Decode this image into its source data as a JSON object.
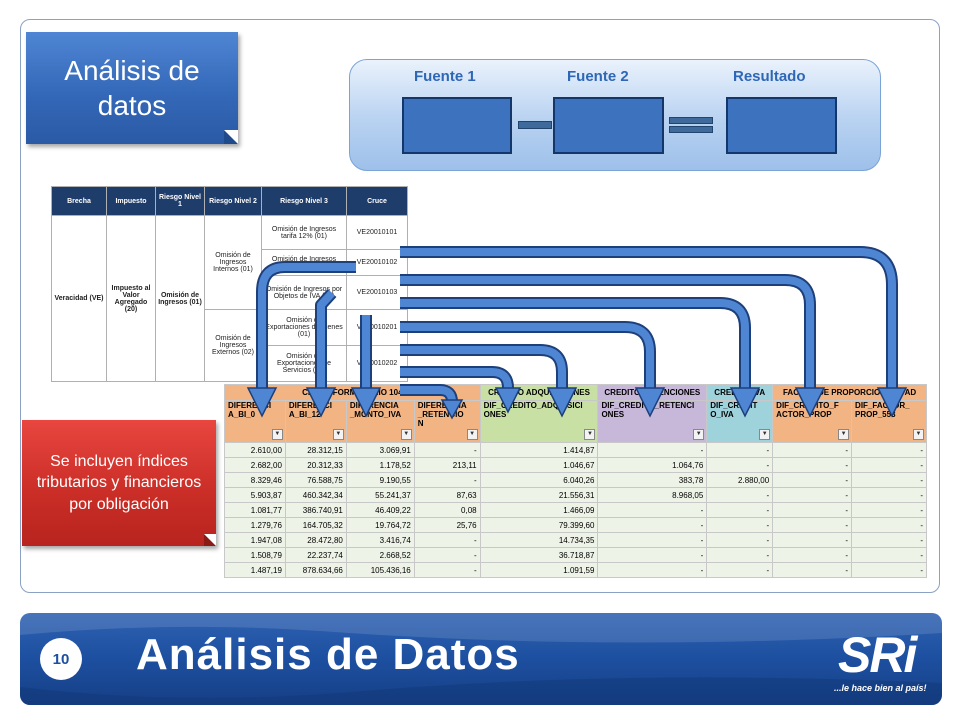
{
  "slide": {
    "title_box": "Análisis de datos",
    "note_box": "Se incluyen índices tributarios y financieros por obligación",
    "footer_title": "Análisis de Datos",
    "page_number": "10",
    "logo_text": "SRi",
    "logo_tagline": "...le hace bien al país!"
  },
  "panel": {
    "labels": [
      "Fuente 1",
      "Fuente 2",
      "Resultado"
    ]
  },
  "riesgo_table": {
    "headers": [
      "Brecha",
      "Impuesto",
      "Riesgo Nivel 1",
      "Riesgo Nivel 2",
      "Riesgo Nivel 3",
      "Cruce"
    ],
    "brecha": "Veracidad (VE)",
    "impuesto": "Impuesto al Valor Agregado (20)",
    "nivel1": "Omisión de Ingresos (01)",
    "nivel2": [
      "Omisión de Ingresos Internos (01)",
      "Omisión de Ingresos Externos (02)"
    ],
    "nivel3": [
      "Omisión de Ingresos tarifa 12% (01)",
      "Omisión de Ingresos tarifa 0% (02)",
      "Omisión de Ingresos por Objetos de IVA (03)",
      "Omisión de Exportaciones de Bienes (01)",
      "Omisión de Exportaciones de Servicios (02)"
    ],
    "cruce": [
      "VE20010101",
      "VE20010102",
      "VE20010103",
      "VE20010201",
      "VE20010202"
    ]
  },
  "data_table": {
    "groups": [
      "CRUCE FORMULARIO 104",
      "CREDITO ADQUISICIONES",
      "CREDITO RETENCIONES",
      "CREDITO IVA",
      "FACTOR DE PROPORCIONALIDAD"
    ],
    "headers": [
      "DIFERENCIA_BI_0",
      "DIFERENCIA_BI_12",
      "DIFERENCIA_MONTO_IVA",
      "DIFERENCIA_RETENCION",
      "DIF_CREDITO_ADQUISICIONES",
      "DIF_CREDITO_RETENCIONES",
      "DIF_CREDITO_IVA",
      "DIF_CREDITO_FACTOR_PROP",
      "DIF_FACTOR_PROP_553"
    ],
    "rows": [
      [
        "2.610,00",
        "28.312,15",
        "3.069,91",
        "-",
        "1.414,87",
        "-",
        "-",
        "-",
        "-"
      ],
      [
        "2.682,00",
        "20.312,33",
        "1.178,52",
        "213,11",
        "1.046,67",
        "1.064,76",
        "-",
        "-",
        "-"
      ],
      [
        "8.329,46",
        "76.588,75",
        "9.190,55",
        "-",
        "6.040,26",
        "383,78",
        "2.880,00",
        "-",
        "-"
      ],
      [
        "5.903,87",
        "460.342,34",
        "55.241,37",
        "87,63",
        "21.556,31",
        "8.968,05",
        "-",
        "-",
        "-"
      ],
      [
        "1.081,77",
        "386.740,91",
        "46.409,22",
        "0,08",
        "1.466,09",
        "-",
        "-",
        "-",
        "-"
      ],
      [
        "1.279,76",
        "164.705,32",
        "19.764,72",
        "25,76",
        "79.399,60",
        "-",
        "-",
        "-",
        "-"
      ],
      [
        "1.947,08",
        "28.472,80",
        "3.416,74",
        "-",
        "14.734,35",
        "-",
        "-",
        "-",
        "-"
      ],
      [
        "1.508,79",
        "22.237,74",
        "2.668,52",
        "-",
        "36.718,87",
        "-",
        "-",
        "-",
        "-"
      ],
      [
        "1.487,19",
        "878.634,66",
        "105.436,16",
        "-",
        "1.091,59",
        "-",
        "-",
        "-",
        "-"
      ]
    ]
  },
  "colors": {
    "blue_box": "#3468b8",
    "red_box": "#c92d26",
    "group_orange": "#f2b483",
    "group_green": "#c9e0a5",
    "group_purple": "#c7b7d9",
    "group_teal": "#9fd3dc",
    "footer_blue": "#1d4fa0",
    "arrow_blue": "#3f78c8"
  }
}
